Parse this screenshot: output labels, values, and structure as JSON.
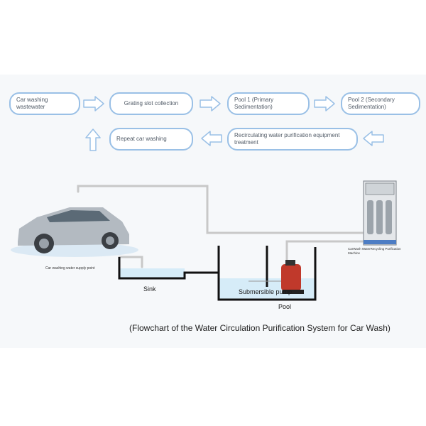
{
  "flow": {
    "row1": [
      {
        "id": "wastewater",
        "text": "Car washing\nwastewater"
      },
      {
        "id": "grating",
        "text": "Grating slot collection"
      },
      {
        "id": "pool1",
        "text": "Pool 1 (Primary\nSedimentation)"
      },
      {
        "id": "pool2",
        "text": "Pool 2 (Secondary\nSedimentation)"
      }
    ],
    "row2": [
      {
        "id": "repeat",
        "text": "Repeat car washing"
      },
      {
        "id": "recirc",
        "text": "Recirculating water purification equipment\ntreatment"
      }
    ]
  },
  "labels": {
    "supply_point": "Car washing water supply point",
    "sink": "Sink",
    "pump": "Submersible pump",
    "pool": "Pool",
    "machine": "CarWash WaterRecycling Purification\nMachine"
  },
  "caption": "(Flowchart of the Water Circulation Purification System for Car Wash)",
  "colors": {
    "box_border": "#9ac0e6",
    "water": "#d6ecf8",
    "pipe": "#c8c8c8",
    "pump": "#c0392b"
  }
}
